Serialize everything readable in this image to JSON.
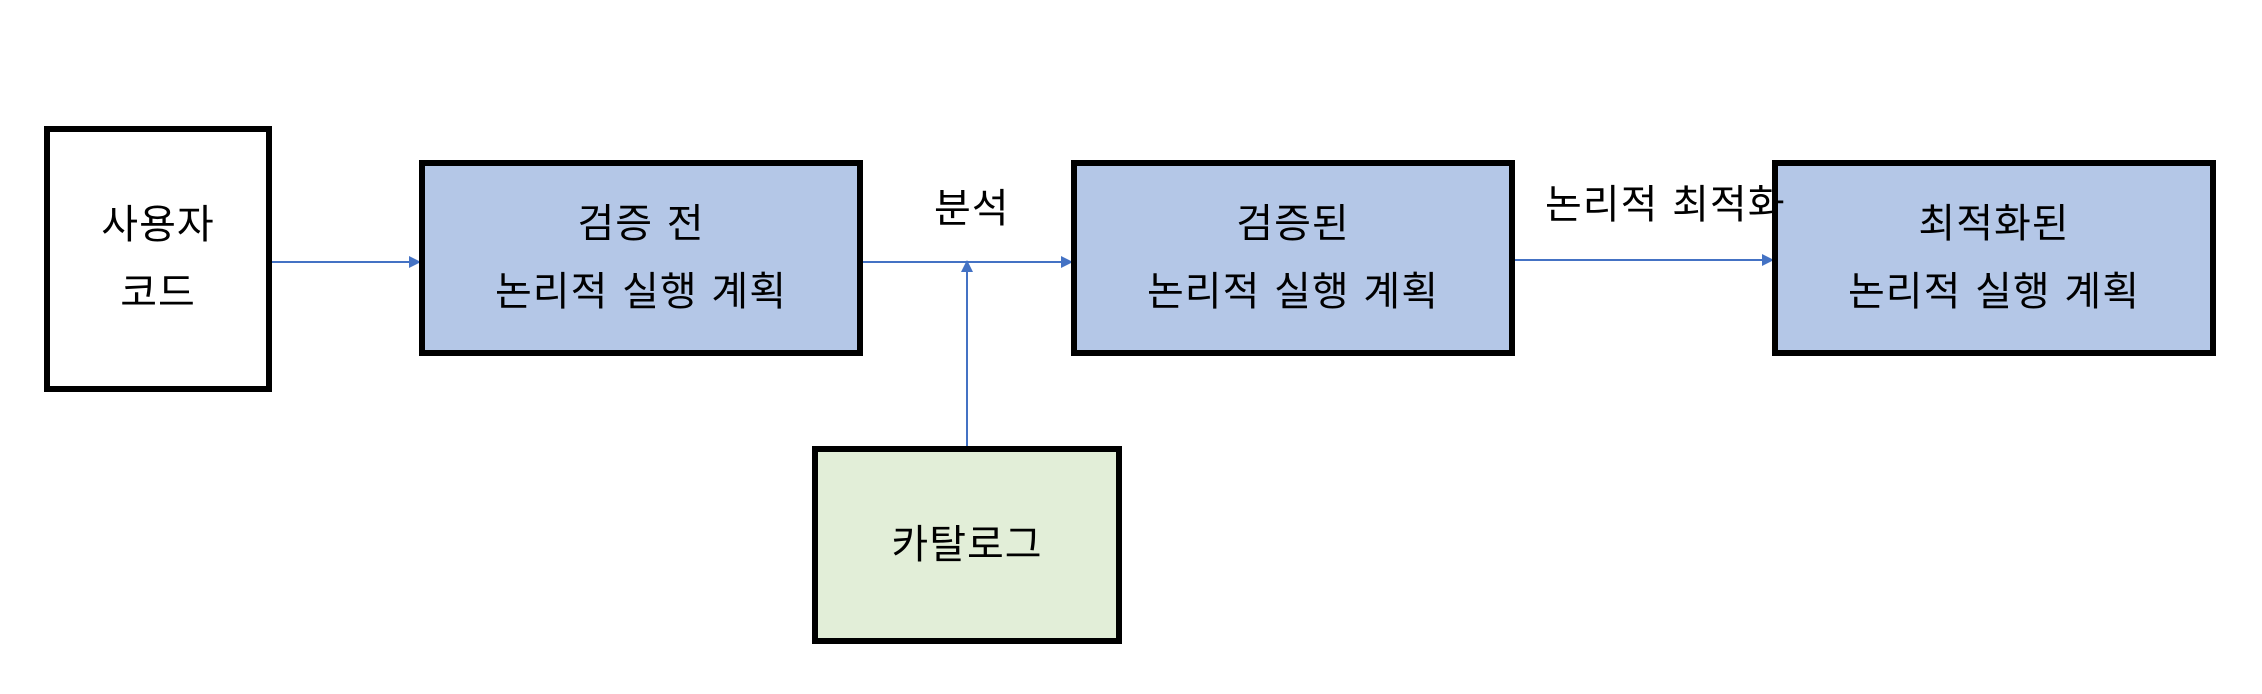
{
  "nodes": {
    "user_code": {
      "line1": "사용자",
      "line2": "코드"
    },
    "pre_plan": {
      "line1": "검증 전",
      "line2": "논리적 실행 계획"
    },
    "verified_plan": {
      "line1": "검증된",
      "line2": "논리적 실행 계획"
    },
    "optimized_plan": {
      "line1": "최적화된",
      "line2": "논리적 실행 계획"
    },
    "catalog": {
      "label": "카탈로그"
    }
  },
  "edges": {
    "analysis_label": "분석",
    "logical_optimization_label": "논리적 최적화"
  },
  "colors": {
    "plan_fill": "#b4c7e7",
    "catalog_fill": "#e2eed8",
    "arrow": "#4472c4",
    "border": "#000000"
  }
}
